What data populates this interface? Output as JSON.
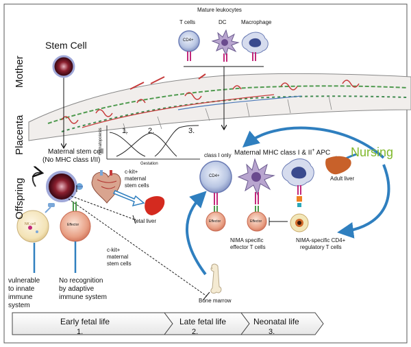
{
  "side_labels": {
    "mother": "Mother",
    "placenta": "Placenta",
    "offspring": "Offspring"
  },
  "stem_cell": "Stem Cell",
  "mature_leukocytes": {
    "title": "Mature leukocytes",
    "t_cells": "T cells",
    "dc": "DC",
    "macrophage": "Macrophage",
    "cd4": "CD4+"
  },
  "graph": {
    "ylabel": "Hematopoiesis",
    "xlabel": "Gestation",
    "phases": [
      "1.",
      "2.",
      "3."
    ]
  },
  "maternal_stem_cell": {
    "line1": "Maternal stem cell",
    "line2": "(No MHC class I/II)"
  },
  "ckit_upper": [
    "c-kit+",
    "maternal",
    "stem cells"
  ],
  "fetal_liver": "fetal liver",
  "ckit_lower": [
    "c-kit+",
    "maternal",
    "stem cells"
  ],
  "nk_cell": "NK cell",
  "effector": "Effector",
  "vulnerable": [
    "vulnerable",
    "to innate",
    "immune",
    "system"
  ],
  "no_recognition": [
    "No recognition",
    "by adaptive",
    "immune system"
  ],
  "bone_marrow": "Bone marrow",
  "apc": {
    "class_i_only": "class I only",
    "title_a": "Maternal MHC class I & II",
    "title_sup": "+",
    "title_b": " APC",
    "cd4": "CD4+"
  },
  "nursing": "Nursing",
  "adult_liver": "Adult liver",
  "nima_effector": [
    "NIMA specific",
    "effector T cells"
  ],
  "nima_regulatory": [
    "NIMA-specific CD4+",
    "regulatory T cells"
  ],
  "timeline": {
    "stages": [
      "Early fetal life",
      "Late fetal life",
      "Neonatal life"
    ],
    "numbers": [
      "1.",
      "2.",
      "3."
    ]
  },
  "colors": {
    "cell_red": "#d9534f",
    "arrow_blue": "#2f7fbf",
    "liver_red": "#d42a1f",
    "adult_liver": "#c8612a",
    "nursing_green": "#7fb82a",
    "placenta_green": "#4f9a4f"
  }
}
